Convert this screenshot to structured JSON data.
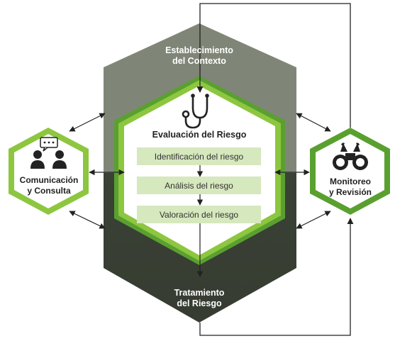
{
  "context": {
    "line1": "Establecimiento",
    "line2": "del Contexto"
  },
  "treatment": {
    "line1": "Tratamiento",
    "line2": "del Riesgo"
  },
  "assessment": {
    "title": "Evaluación del Riesgo",
    "steps": [
      "Identificación del riesgo",
      "Análisis del riesgo",
      "Valoración del riesgo"
    ]
  },
  "communication": {
    "line1": "Comunicación",
    "line2": "y Consulta",
    "icon": "people-speech-icon"
  },
  "monitoring": {
    "line1": "Monitoreo",
    "line2": "y Revisión",
    "icon": "binoculars-icon"
  },
  "colors": {
    "outer_hex_top": "#838a7b",
    "outer_hex_bottom": "#3a4135",
    "green_light": "#8dc63f",
    "green_dark": "#5aa030",
    "step_fill": "#d6e8bd"
  }
}
